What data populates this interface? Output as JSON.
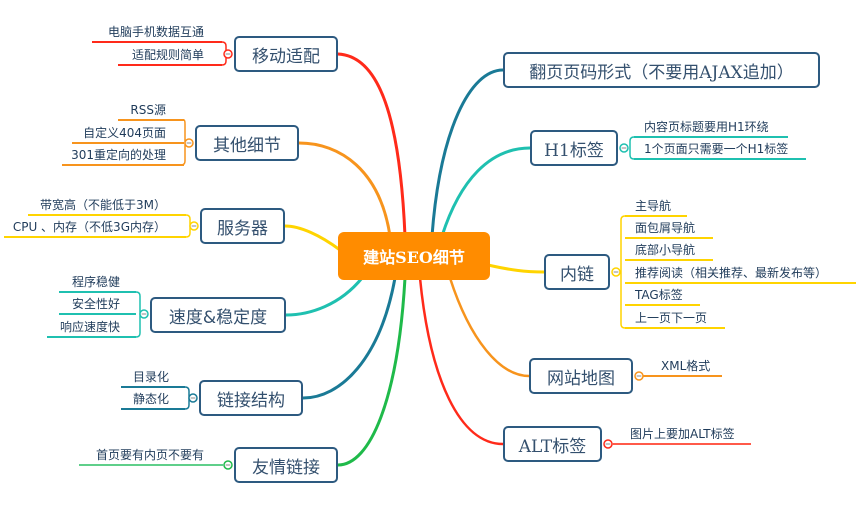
{
  "center": "建站SEO细节",
  "colors": {
    "red": "#ff2a1a",
    "orange": "#f7941d",
    "yellow": "#ffd400",
    "teal": "#1fc0b0",
    "darkteal": "#1a7a96",
    "green": "#1fba4a",
    "border": "#2d5a80"
  },
  "left": [
    {
      "label": "移动适配",
      "children": [
        "电脑手机数据互通",
        "适配规则简单"
      ]
    },
    {
      "label": "其他细节",
      "children": [
        "RSS源",
        "自定义404页面",
        "301重定向的处理"
      ]
    },
    {
      "label": "服务器",
      "children": [
        "带宽高（不能低于3M）",
        "CPU 、内存（不低3G内存）"
      ]
    },
    {
      "label": "速度&稳定度",
      "children": [
        "程序稳健",
        "安全性好",
        "响应速度快"
      ]
    },
    {
      "label": "链接结构",
      "children": [
        "目录化",
        "静态化"
      ]
    },
    {
      "label": "友情链接",
      "children": [
        "首页要有内页不要有"
      ]
    }
  ],
  "right": [
    {
      "label": "翻页页码形式（不要用AJAX追加）",
      "children": []
    },
    {
      "label": "H1标签",
      "children": [
        "内容页标题要用H1环绕",
        "1个页面只需要一个H1标签"
      ]
    },
    {
      "label": "内链",
      "children": [
        "主导航",
        "面包屑导航",
        "底部小导航",
        "推荐阅读（相关推荐、最新发布等）",
        "TAG标签",
        "上一页下一页"
      ]
    },
    {
      "label": "网站地图",
      "children": [
        "XML格式"
      ]
    },
    {
      "label": "ALT标签",
      "children": [
        "图片上要加ALT标签"
      ]
    }
  ]
}
